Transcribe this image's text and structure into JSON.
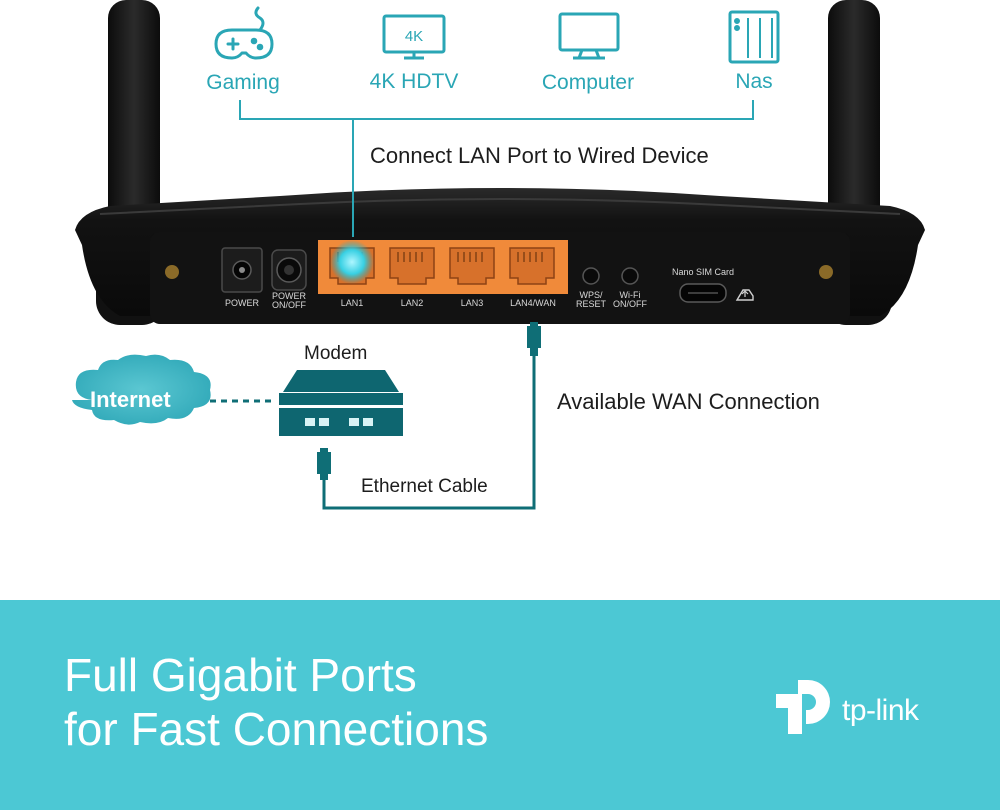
{
  "devices": [
    {
      "label": "Gaming",
      "icon": "gamepad-icon"
    },
    {
      "label": "4K HDTV",
      "icon": "tv-icon",
      "badge": "4K"
    },
    {
      "label": "Computer",
      "icon": "monitor-icon"
    },
    {
      "label": "Nas",
      "icon": "nas-icon"
    }
  ],
  "lan_caption": "Connect LAN Port to Wired Device",
  "router": {
    "labels": {
      "power": "POWER",
      "power_switch": [
        "POWER",
        "ON/OFF"
      ],
      "lan1": "LAN1",
      "lan2": "LAN2",
      "lan3": "LAN3",
      "lan4": "LAN4/WAN",
      "wps": [
        "WPS/",
        "RESET"
      ],
      "wifi": [
        "Wi-Fi",
        "ON/OFF"
      ],
      "sim": "Nano SIM Card"
    }
  },
  "modem_label": "Modem",
  "internet_label": "Internet",
  "wan_caption": "Available WAN Connection",
  "cable_label": "Ethernet Cable",
  "banner": {
    "line1": "Full Gigabit Ports",
    "line2": "for Fast Connections",
    "brand": "tp-link"
  },
  "colors": {
    "accent": "#2aa6b5",
    "banner": "#4cc8d4",
    "port_orange": "#f08a3a",
    "router_body": "#151515",
    "cable": "#0f6e76"
  }
}
